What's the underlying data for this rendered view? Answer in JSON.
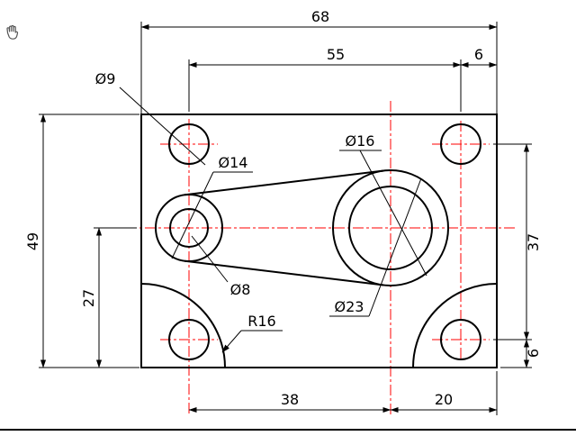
{
  "window": {
    "cursor": "pan-hand"
  },
  "drawing": {
    "type": "mechanical-part-orthographic-view",
    "dims": {
      "top_total": "68",
      "top_span": "55",
      "top_right": "6",
      "left_total": "49",
      "left_mid": "27",
      "right_span": "37",
      "right_bottom": "6",
      "bottom_left": "38",
      "bottom_right": "20"
    },
    "labels": {
      "corner_hole": "Ø9",
      "boss_outer": "Ø14",
      "boss_inner": "Ø8",
      "center_inner": "Ø16",
      "center_outer": "Ø23",
      "fillet": "R16"
    },
    "colors": {
      "geometry": "#000000",
      "centerline": "#ff0000",
      "dimension": "#000000",
      "background": "#ffffff"
    }
  }
}
